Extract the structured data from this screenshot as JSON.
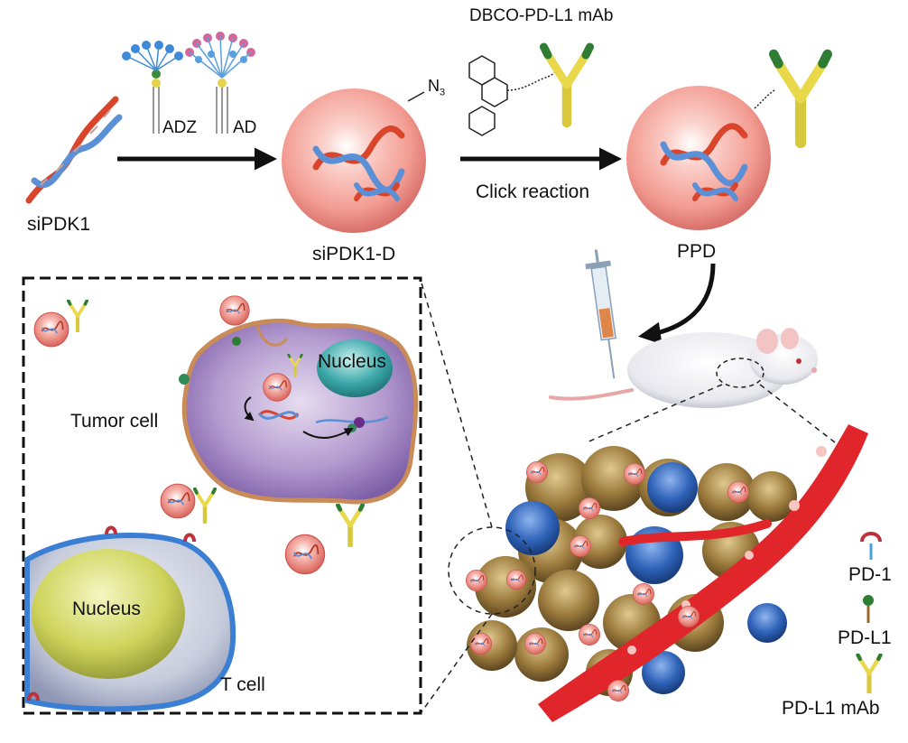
{
  "labels": {
    "sipdk1": "siPDK1",
    "adz": "ADZ",
    "ad": "AD",
    "azide": "N",
    "azide_sub": "3",
    "sipdk1_d": "siPDK1-D",
    "dbco": "DBCO-PD-L1 mAb",
    "click": "Click reaction",
    "ppd": "PPD",
    "nucleus_tumor": "Nucleus",
    "tumor_cell": "Tumor cell",
    "nucleus_t": "Nucleus",
    "t_cell": "T cell"
  },
  "legend": {
    "pd1": "PD-1",
    "pdl1": "PD-L1",
    "pdl1_mab": "PD-L1 mAb"
  },
  "colors": {
    "nanoparticle": "#f5a09a",
    "dna_red": "#d9442a",
    "dna_blue": "#5b8fd6",
    "antibody": "#e8d84a",
    "antibody_tip": "#2e7d32",
    "vessel": "#e0252b",
    "tumor_brown": "#9b7a3c",
    "tumor_blue": "#2f63b8",
    "tumor_cell": "#a98bc7",
    "t_cell": "#bcc3d6",
    "nucleus_teal": "#3aa6a8",
    "nucleus_yellow": "#d9db6a"
  }
}
